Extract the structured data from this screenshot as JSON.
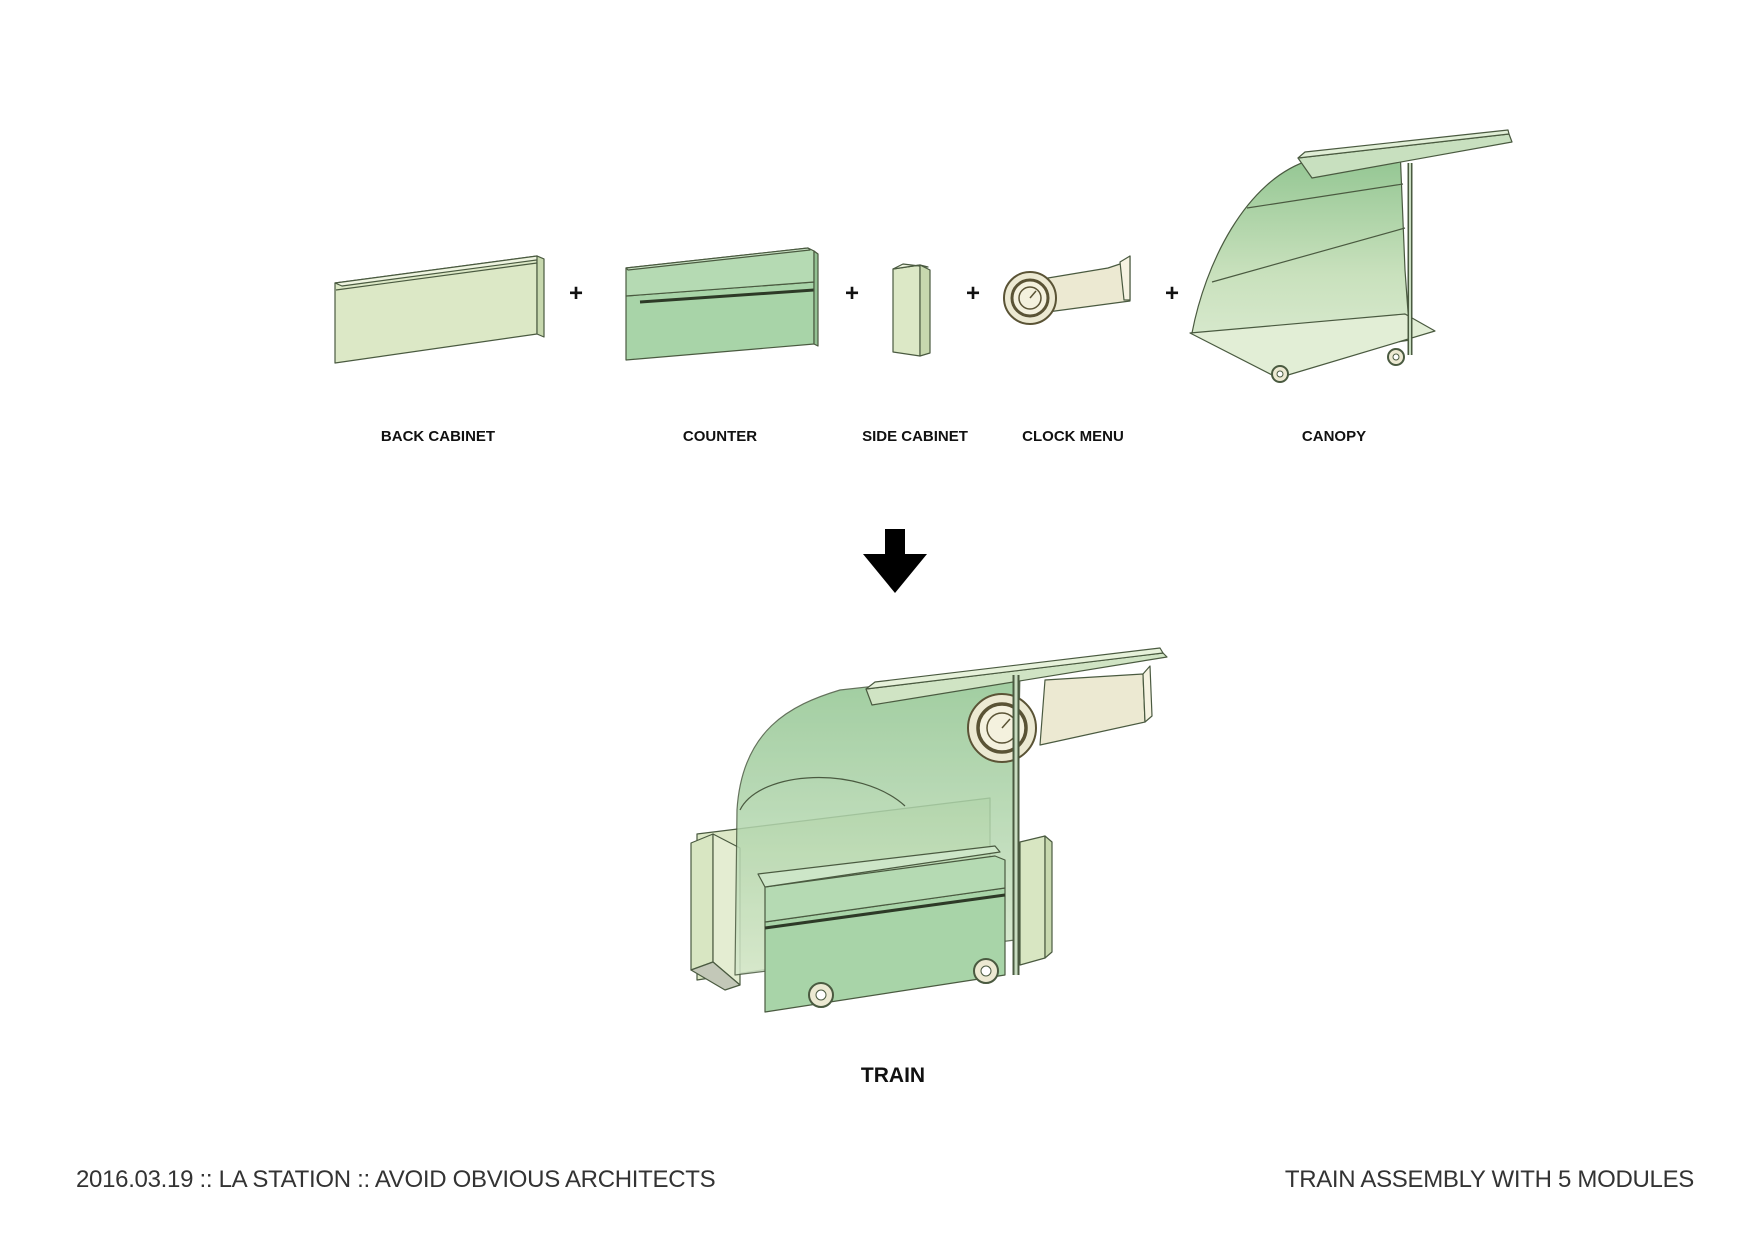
{
  "modules": [
    {
      "label": "BACK CABINET"
    },
    {
      "label": "COUNTER"
    },
    {
      "label": "SIDE CABINET"
    },
    {
      "label": "CLOCK MENU"
    },
    {
      "label": "CANOPY"
    }
  ],
  "operators": [
    "+",
    "+",
    "+",
    "+"
  ],
  "result": {
    "label": "TRAIN"
  },
  "footer": {
    "left": "2016.03.19 :: LA STATION :: AVOID OBVIOUS ARCHITECTS",
    "right": "TRAIN ASSEMBLY WITH 5 MODULES"
  },
  "colors": {
    "pale_green": "#dce8c6",
    "mid_green": "#a8d4a8",
    "cream": "#ece9d2",
    "canopy_top": "#8fc48f",
    "arrow": "#000000"
  },
  "icons": {
    "arrow": "arrow-down-icon"
  }
}
